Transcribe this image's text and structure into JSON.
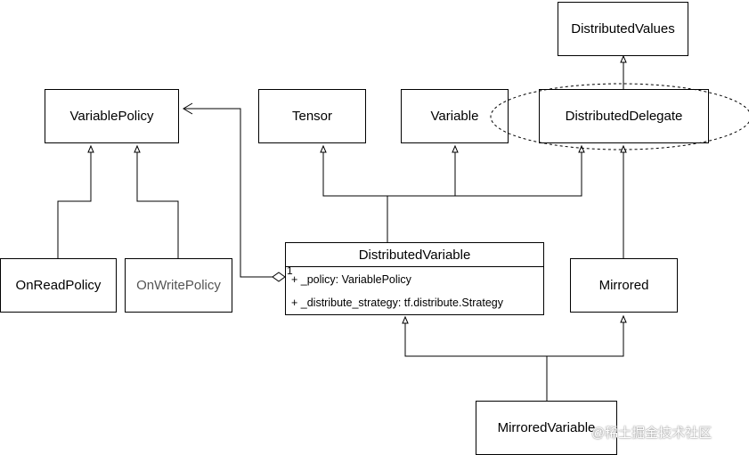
{
  "classes": {
    "distributed_values": "DistributedValues",
    "variable_policy": "VariablePolicy",
    "tensor": "Tensor",
    "variable": "Variable",
    "distributed_delegate": "DistributedDelegate",
    "on_read_policy": "OnReadPolicy",
    "on_write_policy": "OnWritePolicy",
    "mirrored": "Mirrored",
    "mirrored_variable": "MirroredVariable"
  },
  "distributed_variable": {
    "name": "DistributedVariable",
    "attributes": [
      "+ _policy: VariablePolicy",
      "+ _distribute_strategy: tf.distribute.Strategy"
    ]
  },
  "multiplicity": "1",
  "highlight": {
    "shape": "dashed-ellipse",
    "around": "DistributedDelegate"
  },
  "watermark": "@稀土掘金技术社区",
  "colors": {
    "line": "#000000",
    "background": "#ffffff",
    "muted_text": "#555555"
  }
}
